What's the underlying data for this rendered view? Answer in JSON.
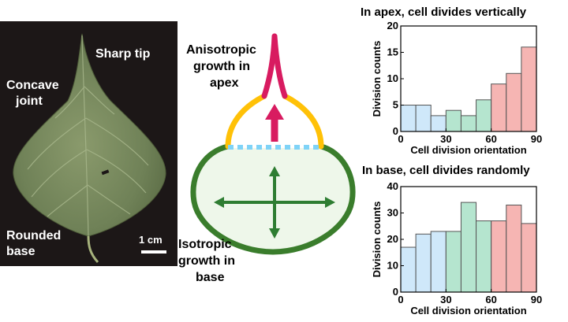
{
  "photo": {
    "background": "#1c1717",
    "labels": {
      "sharp_tip": "Sharp tip",
      "concave_joint": [
        "Concave",
        "joint"
      ],
      "rounded_base": [
        "Rounded",
        "base"
      ],
      "scale_bar": "1 cm"
    }
  },
  "diagram": {
    "apex_label": [
      "Anisotropic",
      "growth in",
      "apex"
    ],
    "base_label": [
      "Isotropic",
      "growth in",
      "base"
    ],
    "colors": {
      "tip": "#d81b60",
      "joint": "#ffc107",
      "outline": "#3a7d2c",
      "fill": "#eef7ea",
      "divider": "#7fd3f7",
      "arrows": "#2e7d32"
    }
  },
  "colors": {
    "blue": "#cfe8fa",
    "green": "#b5e5cf",
    "pink": "#f6b5b3",
    "edge": "#555555"
  },
  "chart_data": [
    {
      "type": "bar",
      "title": "In apex, cell divides vertically",
      "xlabel": "Cell division orientation",
      "ylabel": "Division counts",
      "bins": [
        0,
        10,
        20,
        30,
        40,
        50,
        60,
        70,
        80,
        90
      ],
      "values": [
        5,
        5,
        3,
        4,
        3,
        6,
        9,
        11,
        16
      ],
      "bin_colors": [
        "blue",
        "blue",
        "blue",
        "green",
        "green",
        "green",
        "pink",
        "pink",
        "pink"
      ],
      "xticks": [
        0,
        30,
        60,
        90
      ],
      "yticks": [
        0,
        5,
        10,
        15,
        20
      ],
      "xlim": [
        0,
        90
      ],
      "ylim": [
        0,
        20
      ]
    },
    {
      "type": "bar",
      "title": "In base, cell divides randomly",
      "xlabel": "Cell division orientation",
      "ylabel": "Division counts",
      "bins": [
        0,
        10,
        20,
        30,
        40,
        50,
        60,
        70,
        80,
        90
      ],
      "values": [
        17,
        22,
        23,
        23,
        34,
        27,
        27,
        33,
        26
      ],
      "bin_colors": [
        "blue",
        "blue",
        "blue",
        "green",
        "green",
        "green",
        "pink",
        "pink",
        "pink"
      ],
      "xticks": [
        0,
        30,
        60,
        90
      ],
      "yticks": [
        0,
        10,
        20,
        30,
        40
      ],
      "xlim": [
        0,
        90
      ],
      "ylim": [
        0,
        40
      ]
    }
  ]
}
